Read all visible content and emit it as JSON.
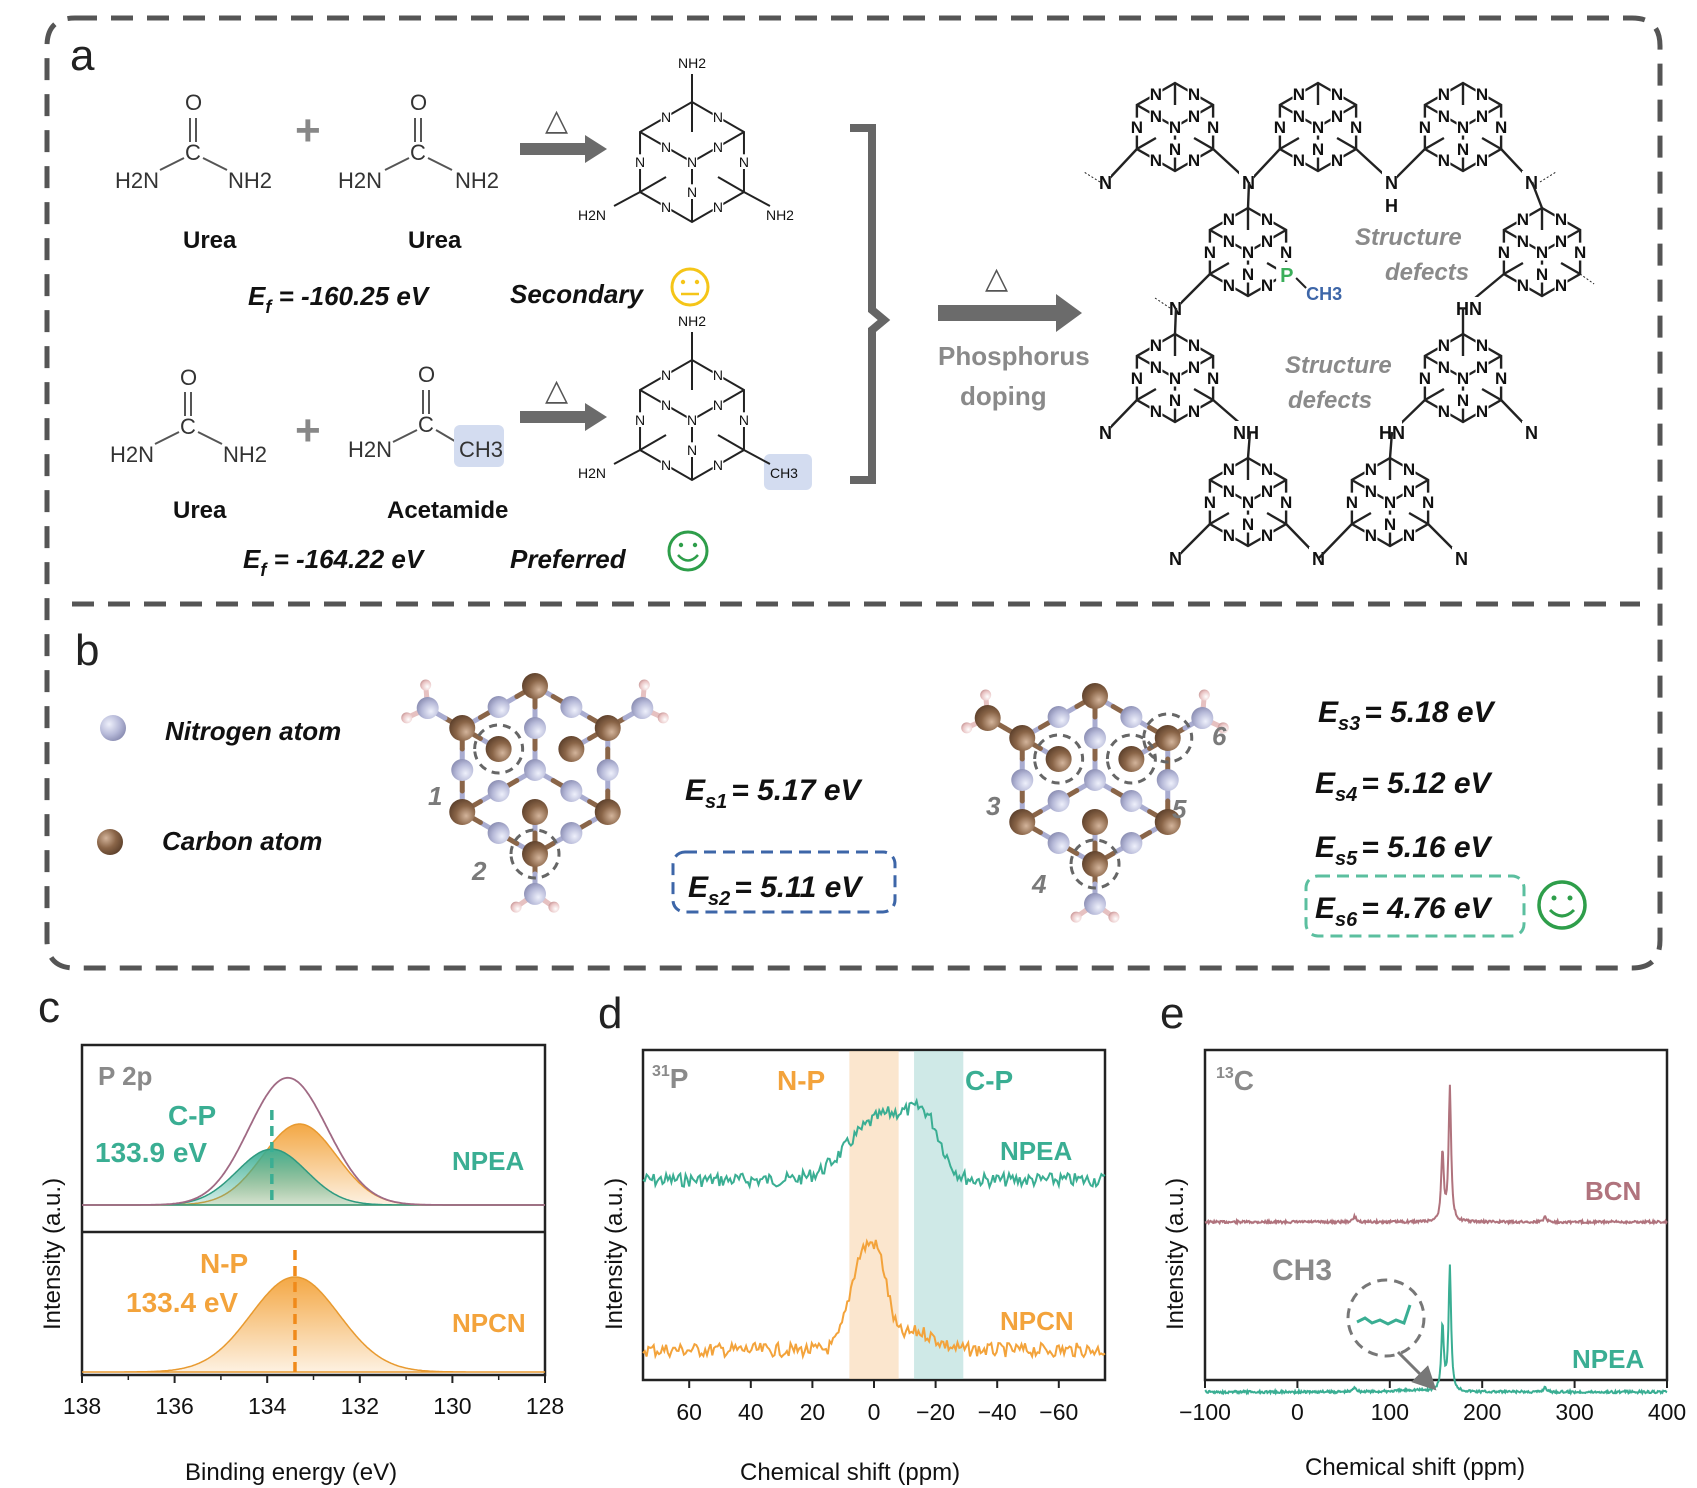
{
  "panels": {
    "a": {
      "letter": "a",
      "reaction1": {
        "reactant1": {
          "formula_O": "O",
          "formula_C": "C",
          "left": "H2N",
          "right": "NH2",
          "name": "Urea"
        },
        "plus": "+",
        "reactant2": {
          "formula_O": "O",
          "formula_C": "C",
          "left": "H2N",
          "right": "NH2",
          "name": "Urea"
        },
        "heat": "△",
        "energy_label": "Ef = -160.25 eV",
        "energy_prefix": "E",
        "energy_sub": "f",
        "energy_value": " = -160.25 eV",
        "verdict": "Secondary",
        "verdict_color": "#f5c518"
      },
      "reaction2": {
        "reactant1": {
          "formula_O": "O",
          "formula_C": "C",
          "left": "H2N",
          "right": "NH2",
          "name": "Urea"
        },
        "plus": "+",
        "reactant2": {
          "formula_O": "O",
          "formula_C": "C",
          "left": "H2N",
          "right": "CH3",
          "name": "Acetamide"
        },
        "heat": "△",
        "energy_prefix": "E",
        "energy_sub": "f",
        "energy_value": " = -164.22 eV",
        "verdict": "Preferred",
        "verdict_color": "#2e9e4a"
      },
      "heptazine_labels": {
        "NH2": "NH2",
        "N": "N",
        "CH3": "CH3",
        "H2N": "H2N"
      },
      "doping_heat": "△",
      "doping_label_1": "Phosphorus",
      "doping_label_2": "doping",
      "defects_label_1": "Structure",
      "defects_label_2": "defects",
      "network_atoms": {
        "N": "N",
        "H": "H",
        "NH": "NH",
        "HN": "HN",
        "P": "P",
        "CH3": "CH3"
      }
    },
    "b": {
      "letter": "b",
      "legend": [
        {
          "label": "Nitrogen atom",
          "color": "#b9bcdc"
        },
        {
          "label": "Carbon atom",
          "color": "#8a6548"
        }
      ],
      "left_sites": [
        "1",
        "2"
      ],
      "right_sites": [
        "3",
        "4",
        "5",
        "6"
      ],
      "energies_left": [
        {
          "prefix": "E",
          "sub": "s1",
          "value": "= 5.17 eV",
          "boxed": false
        },
        {
          "prefix": "E",
          "sub": "s2",
          "value": "= 5.11 eV",
          "boxed": true,
          "box_color": "#3d66a8"
        }
      ],
      "energies_right": [
        {
          "prefix": "E",
          "sub": "s3",
          "value": "= 5.18 eV",
          "boxed": false
        },
        {
          "prefix": "E",
          "sub": "s4",
          "value": "= 5.12 eV",
          "boxed": false
        },
        {
          "prefix": "E",
          "sub": "s5",
          "value": "= 5.16 eV",
          "boxed": false
        },
        {
          "prefix": "E",
          "sub": "s6",
          "value": "= 4.76 eV",
          "boxed": true,
          "box_color": "#5bbf9f"
        }
      ]
    },
    "c": {
      "letter": "c",
      "title": "P 2p",
      "upper_peak_label": "C-P",
      "upper_peak_value": "133.9 eV",
      "upper_sample": "NPEA",
      "lower_peak_label": "N-P",
      "lower_peak_value": "133.4 eV",
      "lower_sample": "NPCN",
      "xlabel": "Binding energy (eV)",
      "ylabel": "Intensity (a.u.)",
      "xticks": [
        "138",
        "136",
        "134",
        "132",
        "130",
        "128"
      ]
    },
    "d": {
      "letter": "d",
      "nucleus_sup": "31",
      "nucleus": "P",
      "band1_label": "N-P",
      "band2_label": "C-P",
      "upper_sample": "NPEA",
      "lower_sample": "NPCN",
      "xlabel": "Chemical shift (ppm)",
      "ylabel": "Intensity (a.u.)",
      "xticks": [
        "60",
        "40",
        "20",
        "0",
        "−20",
        "−40",
        "−60"
      ]
    },
    "e": {
      "letter": "e",
      "nucleus_sup": "13",
      "nucleus": "C",
      "upper_sample": "BCN",
      "lower_sample": "NPEA",
      "ch3_label": "CH3",
      "xlabel": "Chemical shift (ppm)",
      "ylabel": "Intensity (a.u.)",
      "xticks": [
        "−100",
        "0",
        "100",
        "200",
        "300",
        "400"
      ]
    }
  },
  "colors": {
    "teal": "#3aae93",
    "orange": "#f3a33b",
    "pink": "#b0737d",
    "gray_text": "#8a8a8a",
    "dash_frame": "#555555",
    "green_smile": "#2e9e4a",
    "yellow_face": "#f5c518"
  },
  "chart_data": [
    {
      "type": "line",
      "title": "P 2p",
      "xlabel": "Binding energy (eV)",
      "ylabel": "Intensity (a.u.)",
      "xlim": [
        138,
        128
      ],
      "series": [
        {
          "name": "NPEA",
          "panel": "upper",
          "peak_center": 133.5,
          "components": [
            {
              "name": "C-P",
              "center": 133.9
            },
            {
              "center": 133.3
            }
          ]
        },
        {
          "name": "NPCN",
          "panel": "lower",
          "peak_center": 133.4,
          "components": [
            {
              "name": "N-P",
              "center": 133.4
            }
          ]
        }
      ]
    },
    {
      "type": "line",
      "xlabel": "Chemical shift (ppm)",
      "ylabel": "Intensity (a.u.)",
      "xlim": [
        75,
        -75
      ],
      "bands": [
        {
          "name": "N-P",
          "range": [
            8,
            -8
          ]
        },
        {
          "name": "C-P",
          "range": [
            -13,
            -29
          ]
        }
      ],
      "series": [
        {
          "name": "NPEA"
        },
        {
          "name": "NPCN"
        }
      ]
    },
    {
      "type": "line",
      "xlabel": "Chemical shift (ppm)",
      "ylabel": "Intensity (a.u.)",
      "xlim": [
        -100,
        400
      ],
      "series": [
        {
          "name": "BCN",
          "peaks": [
            157,
            165
          ]
        },
        {
          "name": "NPEA",
          "peaks": [
            157,
            165
          ]
        }
      ]
    }
  ]
}
